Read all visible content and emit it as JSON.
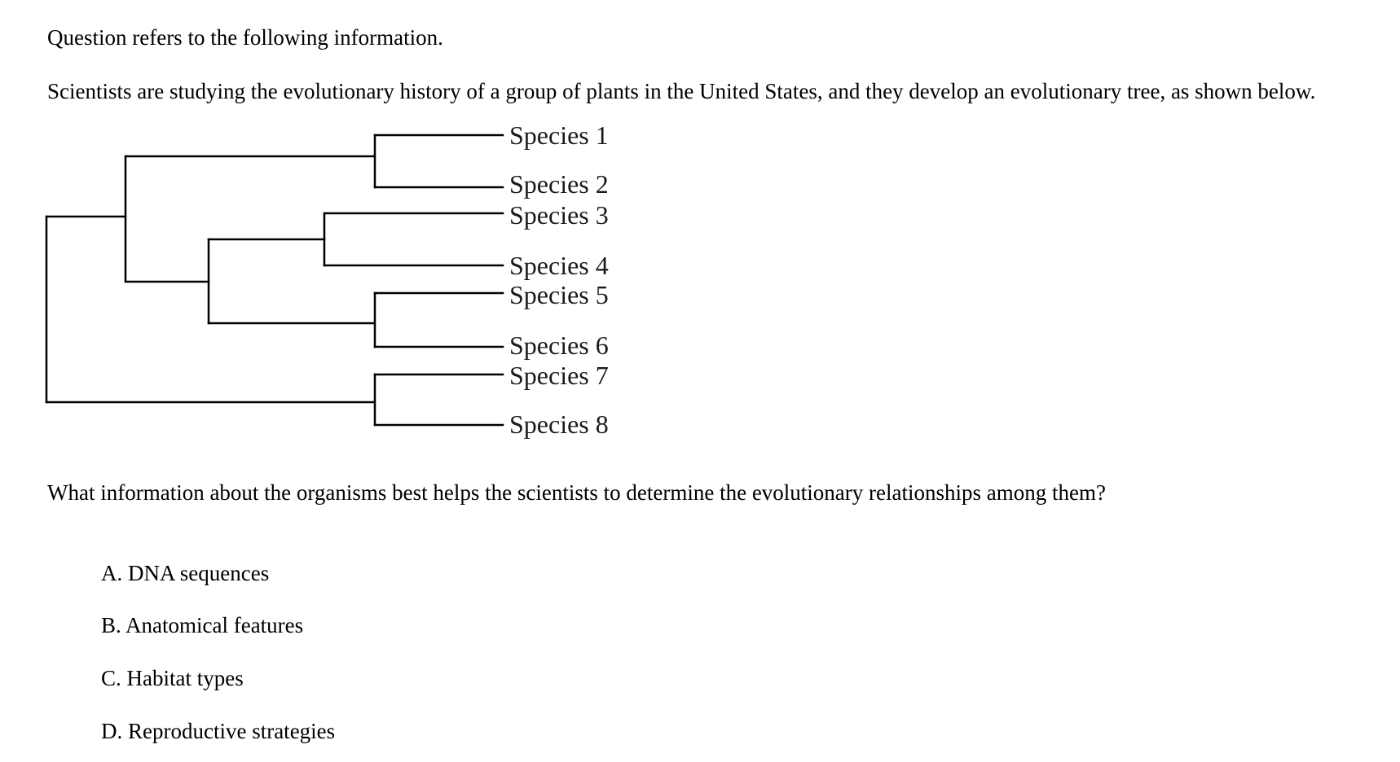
{
  "intro": "Question refers to the following information.",
  "stem": "Scientists are studying the evolutionary history of a group of plants in the United States, and they develop an evolutionary tree, as shown below.",
  "tree": {
    "species": [
      "Species 1",
      "Species 2",
      "Species 3",
      "Species 4",
      "Species 5",
      "Species 6",
      "Species 7",
      "Species 8"
    ],
    "topology": "(((Species 1, Species 2), ((Species 3, Species 4), (Species 5, Species 6))), (Species 7, Species 8))"
  },
  "question": "What information about the organisms best helps the scientists to determine the evolutionary relationships among them?",
  "choices": [
    {
      "text": "A. DNA sequences"
    },
    {
      "text": "B. Anatomical features"
    },
    {
      "text": "C. Habitat types"
    },
    {
      "text": "D. Reproductive strategies"
    }
  ]
}
